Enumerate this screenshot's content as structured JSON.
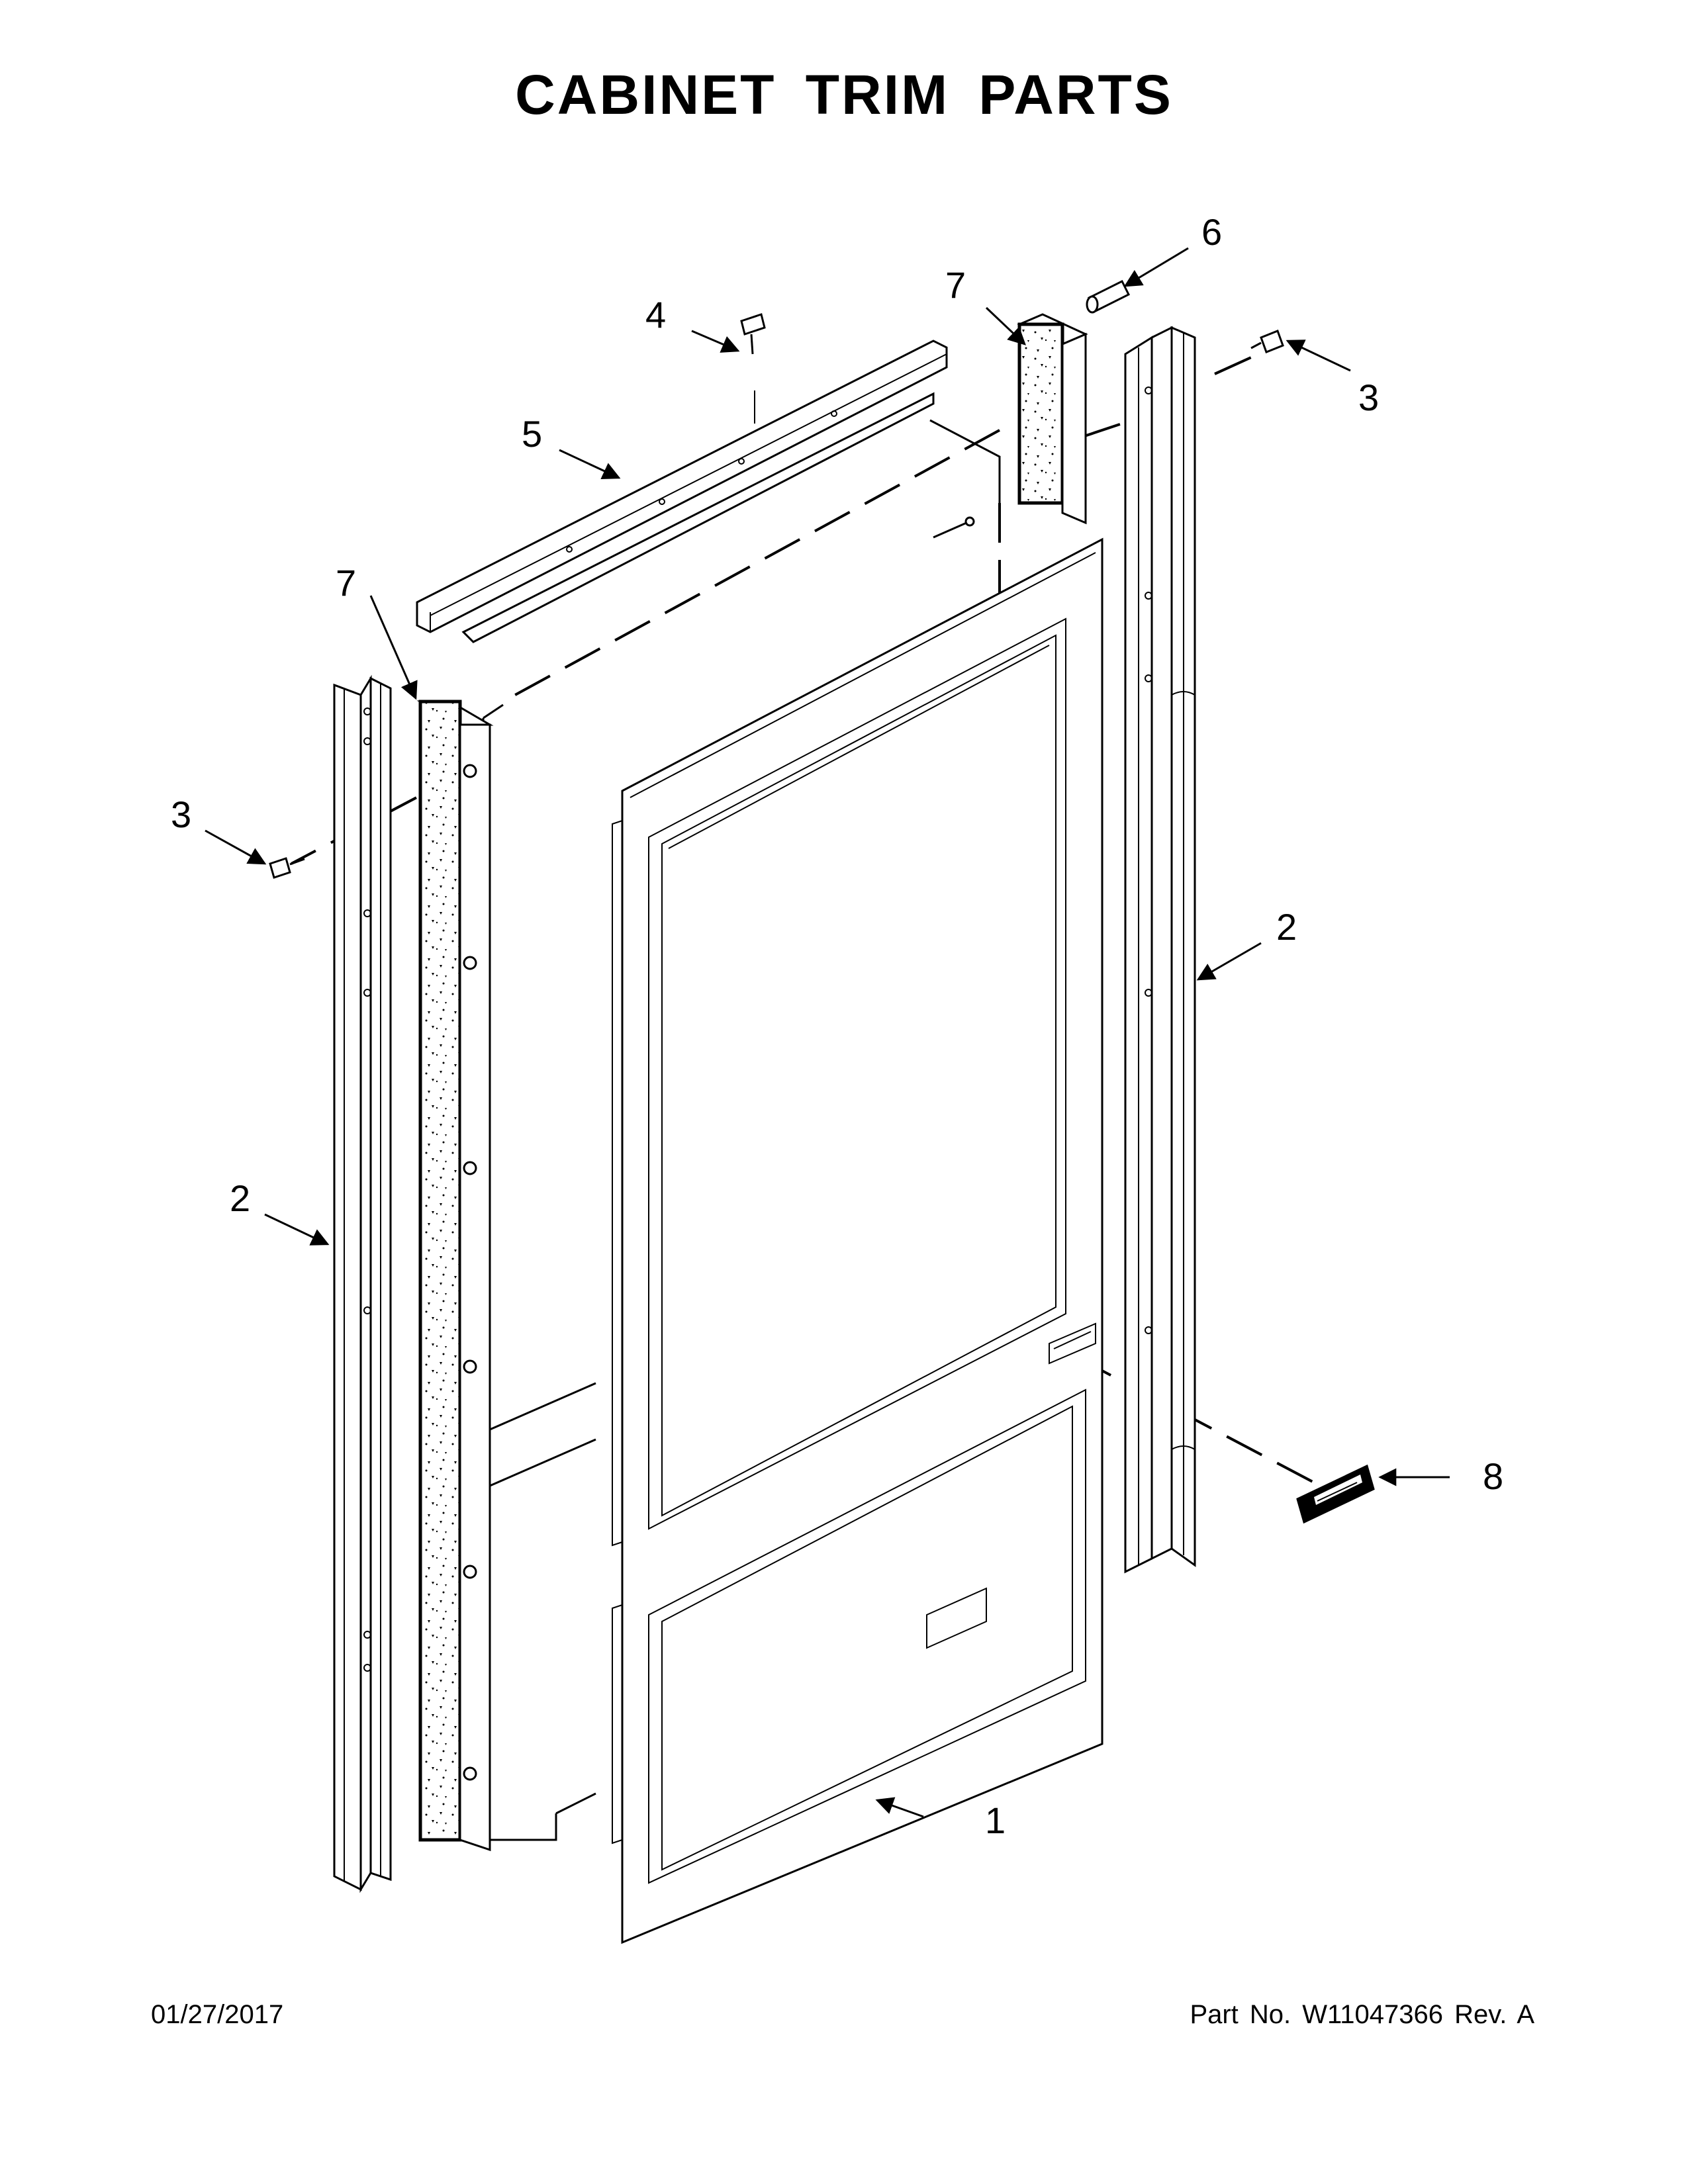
{
  "title": "CABINET TRIM PARTS",
  "footer": {
    "date": "01/27/2017",
    "part_number": "Part No.  W11047366  Rev.  A"
  },
  "callouts": [
    {
      "id": "1",
      "label": "1"
    },
    {
      "id": "2-left",
      "label": "2"
    },
    {
      "id": "2-right",
      "label": "2"
    },
    {
      "id": "3-left",
      "label": "3"
    },
    {
      "id": "3-right",
      "label": "3"
    },
    {
      "id": "4",
      "label": "4"
    },
    {
      "id": "5",
      "label": "5"
    },
    {
      "id": "6",
      "label": "6"
    },
    {
      "id": "7-left",
      "label": "7"
    },
    {
      "id": "7-right",
      "label": "7"
    },
    {
      "id": "8",
      "label": "8"
    }
  ]
}
